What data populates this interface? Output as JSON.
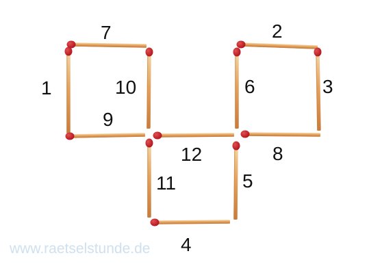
{
  "colors": {
    "stick_light": "#f6d6a3",
    "stick_mid": "#e3a35f",
    "stick_dark": "#c97b3a",
    "head": "#b1121c",
    "head_highlight": "#e05050",
    "label": "#111111",
    "watermark": "#cfe0ef"
  },
  "puzzle": {
    "matches": [
      {
        "id": "1",
        "orientation": "vertical",
        "head": "top"
      },
      {
        "id": "2",
        "orientation": "horizontal",
        "head": "left"
      },
      {
        "id": "3",
        "orientation": "vertical",
        "head": "top"
      },
      {
        "id": "4",
        "orientation": "horizontal",
        "head": "left"
      },
      {
        "id": "5",
        "orientation": "vertical",
        "head": "top"
      },
      {
        "id": "6",
        "orientation": "vertical",
        "head": "top"
      },
      {
        "id": "7",
        "orientation": "horizontal",
        "head": "left"
      },
      {
        "id": "8",
        "orientation": "horizontal",
        "head": "left"
      },
      {
        "id": "9",
        "orientation": "horizontal",
        "head": "left"
      },
      {
        "id": "10",
        "orientation": "vertical",
        "head": "top"
      },
      {
        "id": "11",
        "orientation": "vertical",
        "head": "top"
      },
      {
        "id": "12",
        "orientation": "horizontal",
        "head": "left"
      }
    ]
  },
  "watermark": {
    "text": "www.raetselstunde.de"
  }
}
